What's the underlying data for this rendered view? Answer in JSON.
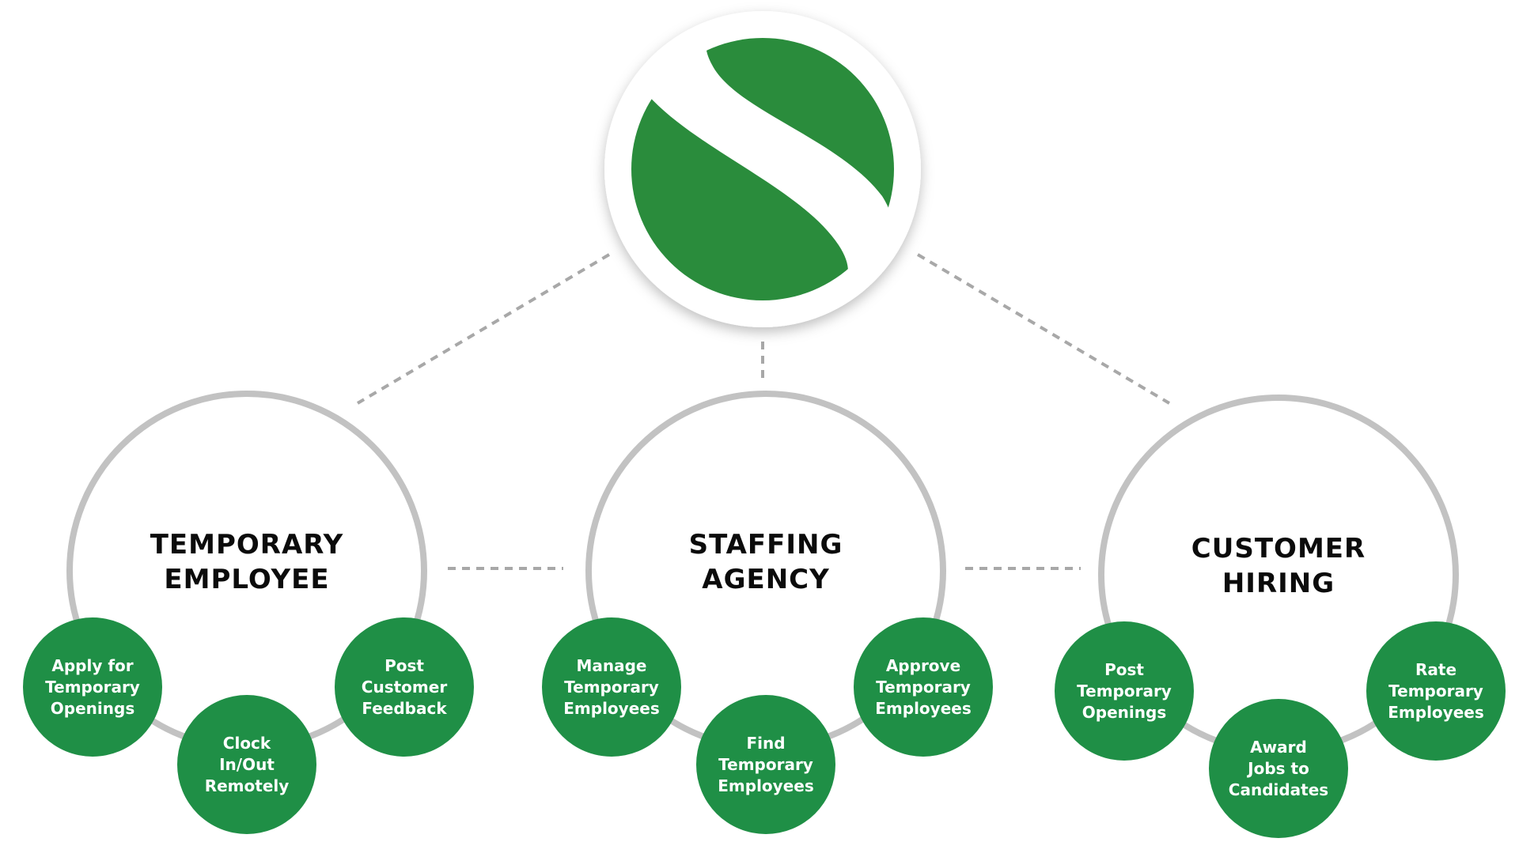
{
  "colors": {
    "logo_green": "#2a8c3c",
    "feature_green": "#1f8f46",
    "ring_gray": "#c2c2c2",
    "connector_gray": "#a8a8a8",
    "title_text": "#0b0b0b",
    "feature_text": "#ffffff"
  },
  "logo": {
    "icon": "s-logo-icon"
  },
  "groups": [
    {
      "id": "temporary-employee",
      "title_lines": [
        "TEMPORARY",
        "EMPLOYEE"
      ],
      "features": [
        {
          "id": "apply",
          "lines": [
            "Apply for",
            "Temporary",
            "Openings"
          ]
        },
        {
          "id": "clock",
          "lines": [
            "Clock",
            "In/Out",
            "Remotely"
          ]
        },
        {
          "id": "feedback",
          "lines": [
            "Post",
            "Customer",
            "Feedback"
          ]
        }
      ]
    },
    {
      "id": "staffing-agency",
      "title_lines": [
        "STAFFING",
        "AGENCY"
      ],
      "features": [
        {
          "id": "manage",
          "lines": [
            "Manage",
            "Temporary",
            "Employees"
          ]
        },
        {
          "id": "find",
          "lines": [
            "Find",
            "Temporary",
            "Employees"
          ]
        },
        {
          "id": "approve",
          "lines": [
            "Approve",
            "Temporary",
            "Employees"
          ]
        }
      ]
    },
    {
      "id": "customer-hiring",
      "title_lines": [
        "CUSTOMER",
        "HIRING"
      ],
      "features": [
        {
          "id": "post-openings",
          "lines": [
            "Post",
            "Temporary",
            "Openings"
          ]
        },
        {
          "id": "award",
          "lines": [
            "Award",
            "Jobs to",
            "Candidates"
          ]
        },
        {
          "id": "rate",
          "lines": [
            "Rate",
            "Temporary",
            "Employees"
          ]
        }
      ]
    }
  ]
}
